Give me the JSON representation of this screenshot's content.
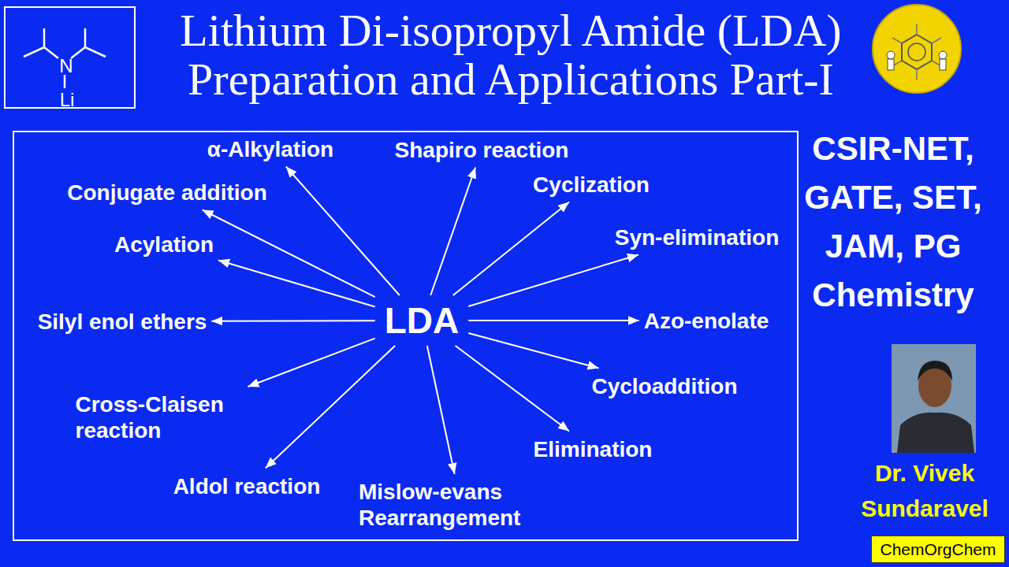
{
  "diagram": {
    "title": "Lithium Di-isopropyl Amide (LDA) Preparation and Applications Part-I",
    "nodes": [
      {
        "text": [
          "N",
          "Li"
        ]
      },
      {
        "text": [
          "LDA"
        ]
      },
      {
        "text": [
          "α-Alkylation"
        ]
      },
      {
        "text": [
          "Shapiro reaction"
        ]
      },
      {
        "text": [
          "Cyclization"
        ]
      },
      {
        "text": [
          "Syn-elimination"
        ]
      },
      {
        "text": [
          "Azo-enolate"
        ]
      },
      {
        "text": [
          "Cycloaddition"
        ]
      },
      {
        "text": [
          "Elimination"
        ]
      },
      {
        "text": [
          "Mislow-evans Rearrangement"
        ]
      },
      {
        "text": [
          "Aldol reaction"
        ]
      },
      {
        "text": [
          "Cross-Claisen reaction"
        ]
      },
      {
        "text": [
          "Silyl enol ethers"
        ]
      },
      {
        "text": [
          "Acylation"
        ]
      },
      {
        "text": [
          "Conjugate addition"
        ]
      },
      {
        "text": [
          "ChemOrgChem"
        ]
      }
    ],
    "edges": [
      {
        "from": 1,
        "to": 2,
        "arrow": "to"
      },
      {
        "from": 1,
        "to": 3,
        "arrow": "to"
      },
      {
        "from": 1,
        "to": 4,
        "arrow": "to"
      },
      {
        "from": 1,
        "to": 5,
        "arrow": "to"
      },
      {
        "from": 1,
        "to": 6,
        "arrow": "to"
      },
      {
        "from": 1,
        "to": 7,
        "arrow": "to"
      },
      {
        "from": 1,
        "to": 8,
        "arrow": "to"
      },
      {
        "from": 1,
        "to": 9,
        "arrow": "to"
      },
      {
        "from": 1,
        "to": 10,
        "arrow": "to"
      },
      {
        "from": 1,
        "to": 11,
        "arrow": "to"
      },
      {
        "from": 1,
        "to": 12,
        "arrow": "to"
      },
      {
        "from": 1,
        "to": 13,
        "arrow": "to"
      },
      {
        "from": 1,
        "to": 14,
        "arrow": "to"
      }
    ],
    "labels": [
      "CSIR-NET, GATE, SET, JAM, PG Chemistry",
      "Dr. Vivek Sundaravel"
    ]
  }
}
